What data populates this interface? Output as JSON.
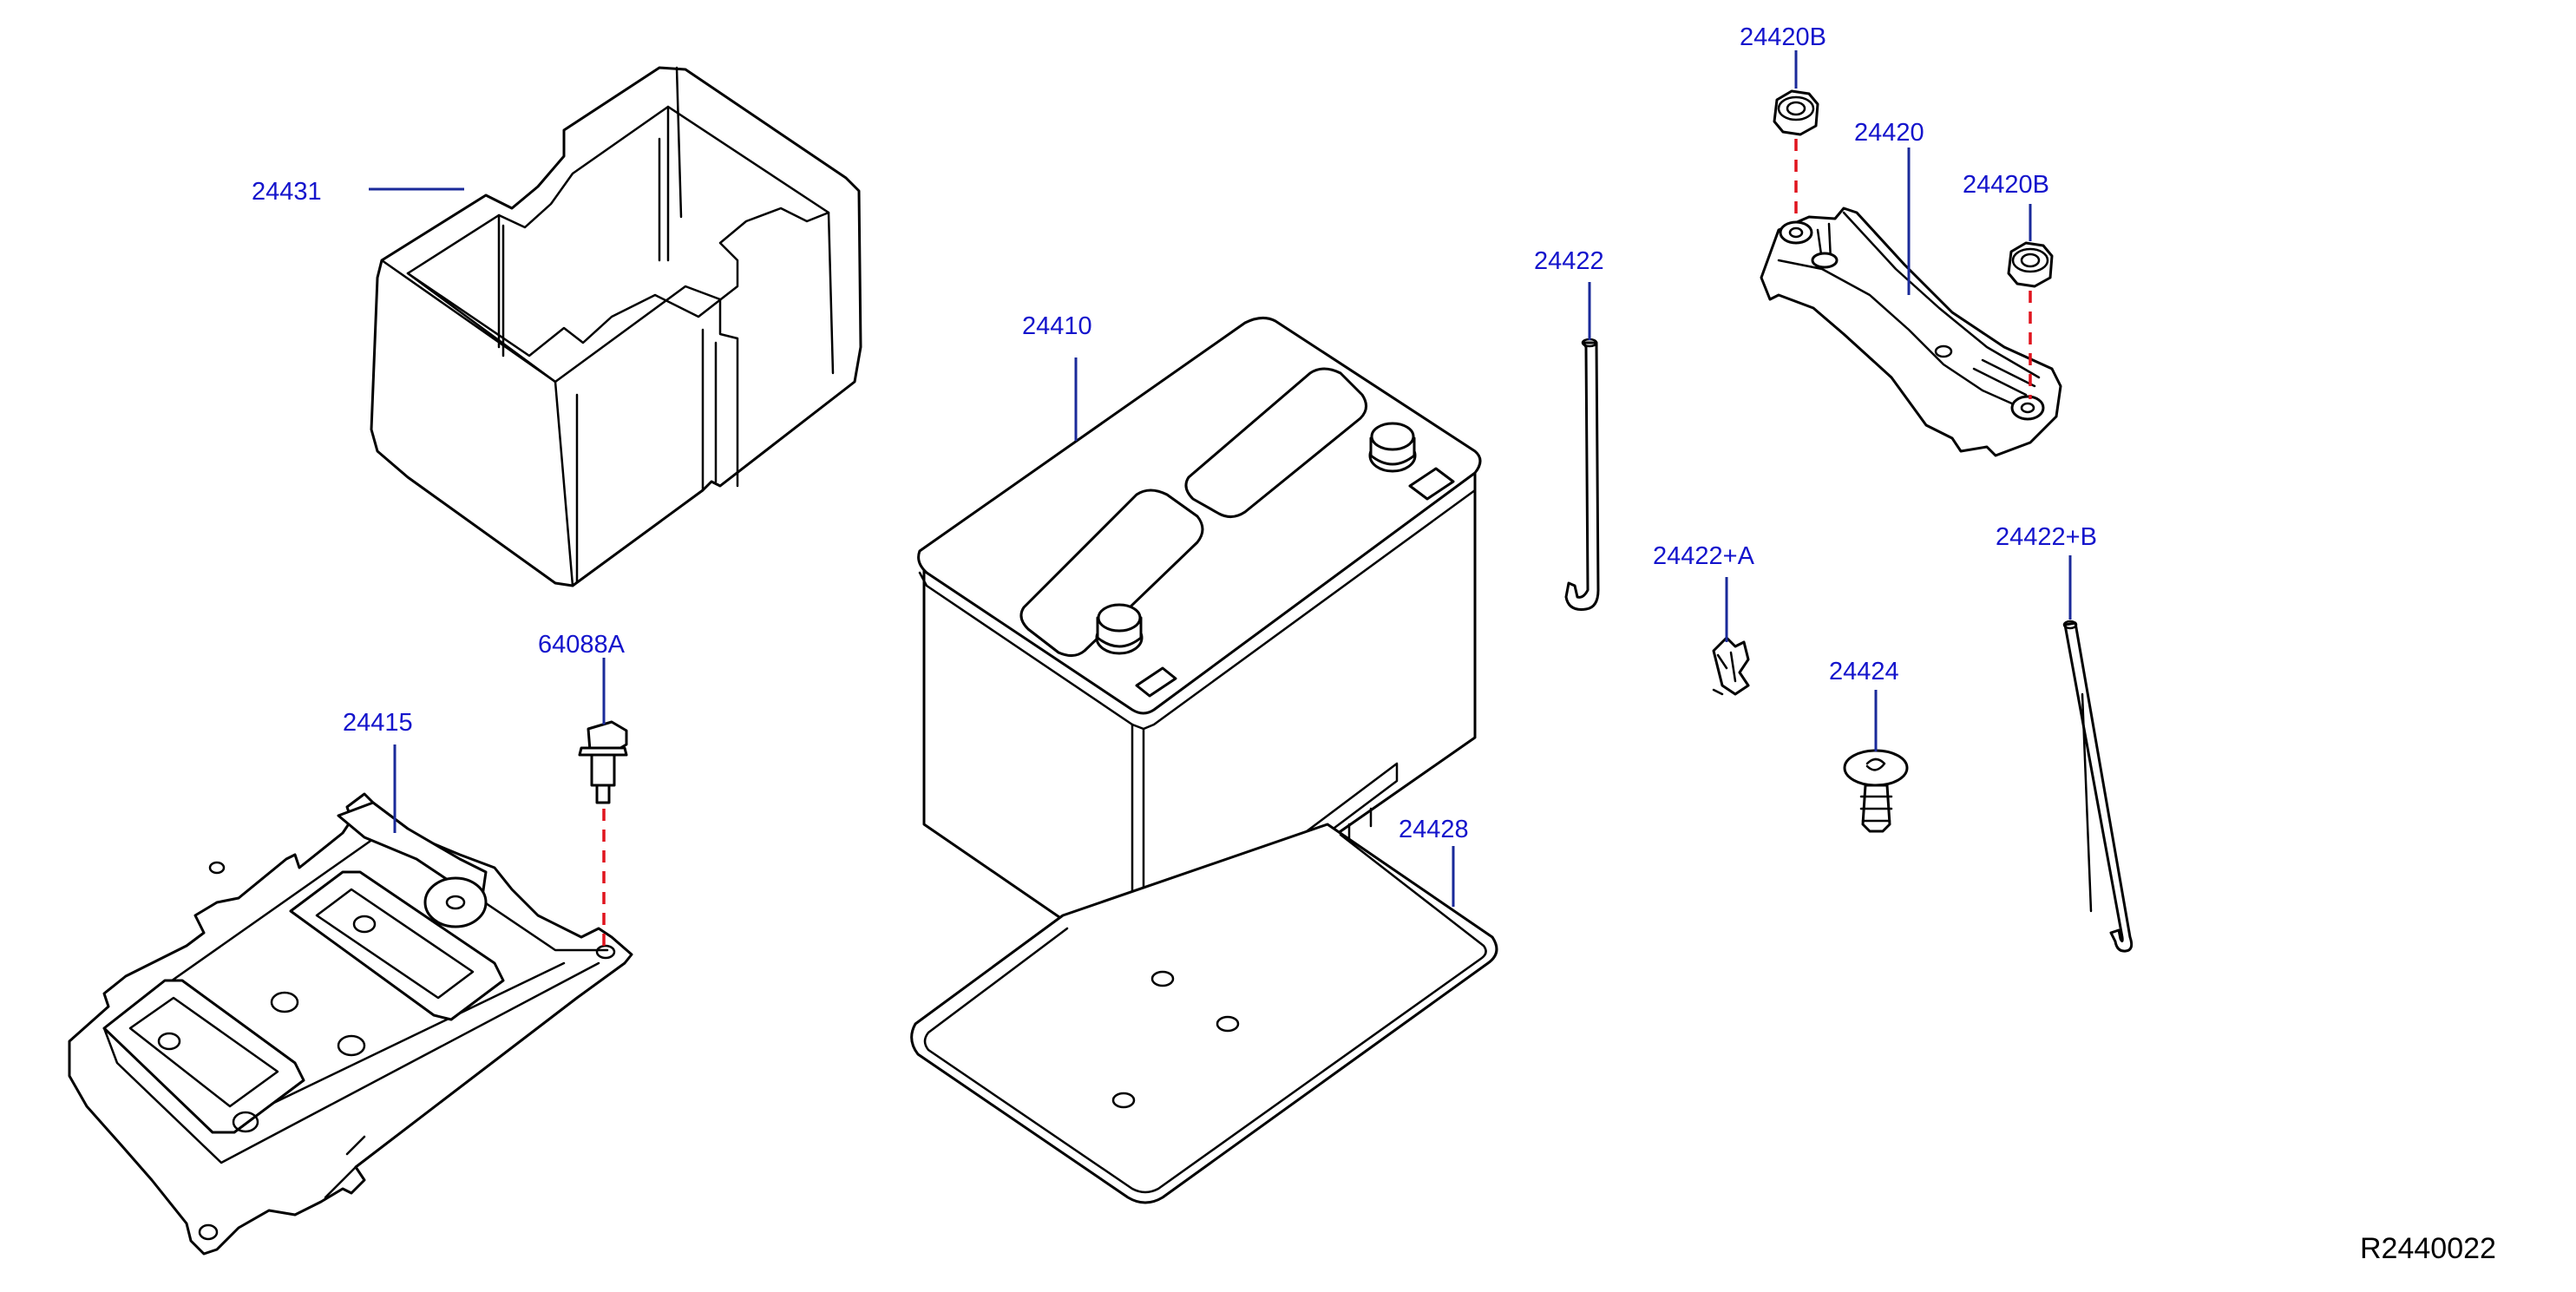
{
  "diagram": {
    "labels": {
      "p24431": "24431",
      "p24410": "24410",
      "p24415": "24415",
      "p64088A": "64088A",
      "p24428": "24428",
      "p24422": "24422",
      "p24420B_top": "24420B",
      "p24420": "24420",
      "p24420B_right": "24420B",
      "p24422A": "24422+A",
      "p24422B": "24422+B",
      "p_clip_fragment": "24424"
    },
    "reference_code": "R2440022",
    "colors": {
      "label": "#1414cc",
      "leader": "#1a2a9a",
      "fastener_path": "#e0141e",
      "outline": "#000000"
    }
  }
}
